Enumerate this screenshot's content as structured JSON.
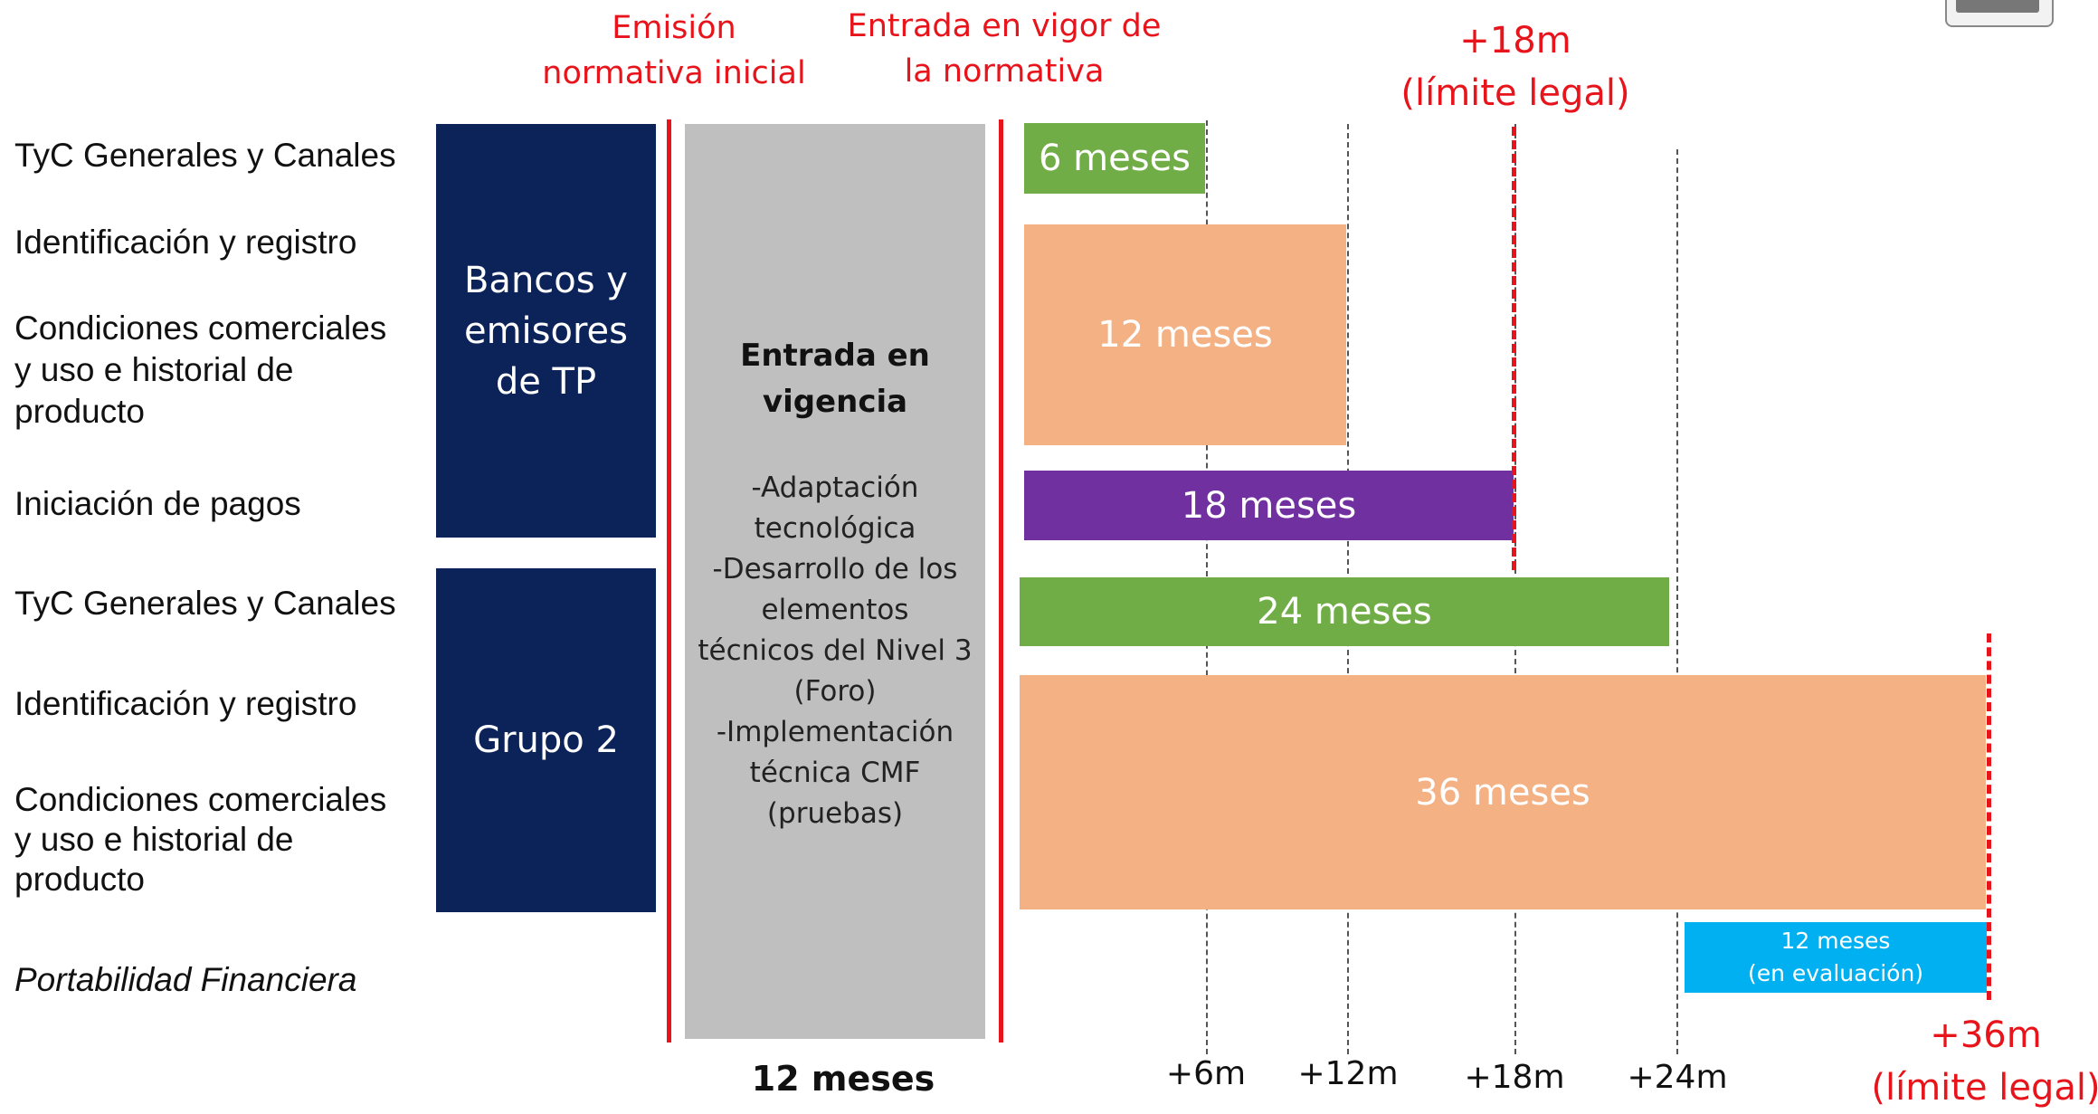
{
  "header": {
    "emision": "Emisión\nnormativa inicial",
    "vigor": "Entrada en vigor de\nla normativa",
    "limit18": "+18m\n(límite legal)",
    "limit36": "+36m\n(límite legal)"
  },
  "rows": [
    "TyC Generales y Canales",
    "Identificación y registro",
    "Condiciones comerciales\ny uso e historial de\nproducto",
    "Iniciación de pagos",
    "TyC Generales y Canales",
    "Identificación y registro",
    "Condiciones comerciales\ny uso e historial de\nproducto",
    "Portabilidad Financiera"
  ],
  "groups": [
    "Bancos y\nemisores\nde TP",
    "Grupo 2"
  ],
  "gray": {
    "title": "Entrada en\nvigencia",
    "body": "-Adaptación\ntecnológica\n-Desarrollo de los\nelementos\ntécnicos del Nivel 3\n(Foro)\n-Implementación\ntécnica CMF\n(pruebas)",
    "total": "12 meses"
  },
  "bars": [
    {
      "label": "6 meses",
      "color": "#70ad47"
    },
    {
      "label": "12 meses",
      "color": "#f4b183"
    },
    {
      "label": "18 meses",
      "color": "#7030a0"
    },
    {
      "label": "24 meses",
      "color": "#70ad47"
    },
    {
      "label": "36 meses",
      "color": "#f4b183"
    },
    {
      "label": "12 meses\n(en evaluación)",
      "color": "#00b0f0"
    }
  ],
  "ticks": [
    "+6m",
    "+12m",
    "+18m",
    "+24m"
  ],
  "colors": {
    "navy": "#0b2359",
    "red": "#e8141b",
    "gray": "#bfbfbf"
  }
}
